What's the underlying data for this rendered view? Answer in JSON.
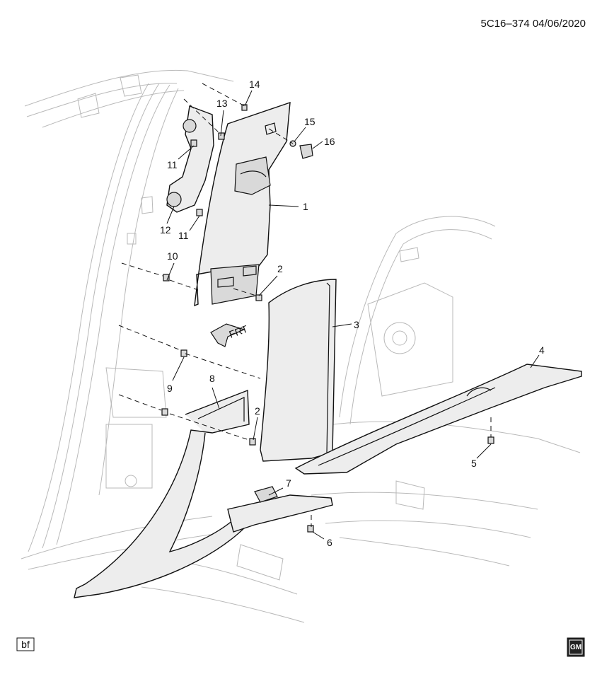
{
  "header": {
    "code": "5C16–374  04/06/2020"
  },
  "footer": {
    "box_label": "bf",
    "logo_text": "GM"
  },
  "fwd_arrow": {
    "text": "FRT"
  },
  "callouts": {
    "c1": "1",
    "c2a": "2",
    "c2b": "2",
    "c3": "3",
    "c4": "4",
    "c5": "5",
    "c6": "6",
    "c7": "7",
    "c8": "8",
    "c9": "9",
    "c10": "10",
    "c11a": "11",
    "c11b": "11",
    "c12": "12",
    "c13": "13",
    "c14": "14",
    "c15": "15",
    "c16": "16"
  }
}
